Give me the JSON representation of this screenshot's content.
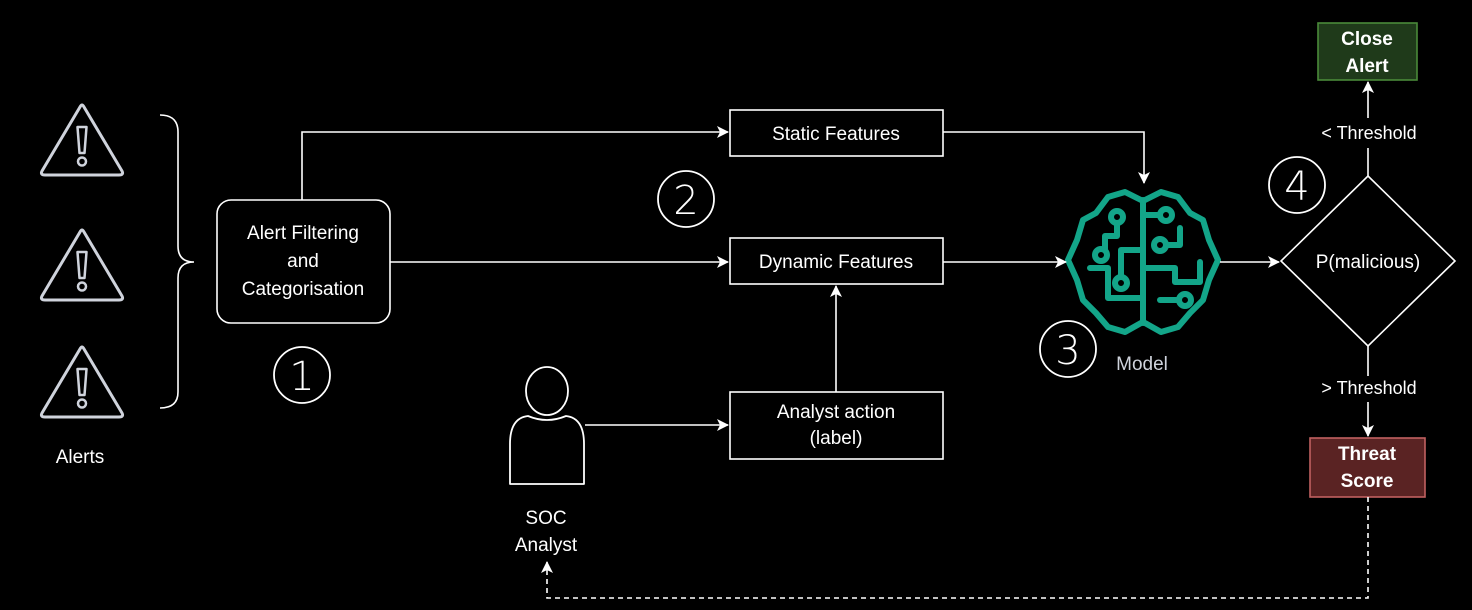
{
  "colors": {
    "background": "#000000",
    "stroke": "#ffffff",
    "alert_icon": "#cfd3dc",
    "model_brain": "#13a589",
    "close_alert_fill": "#1f3a1a",
    "close_alert_stroke": "#4a8a3a",
    "threat_score_fill": "#5a2323",
    "threat_score_stroke": "#c06060"
  },
  "alerts": {
    "label": "Alerts",
    "icon": "warning-triangle-icon"
  },
  "filtering": {
    "line1": "Alert Filtering",
    "line2": "and",
    "line3": "Categorisation",
    "step": "1"
  },
  "features": {
    "static_label": "Static Features",
    "dynamic_label": "Dynamic Features",
    "step": "2"
  },
  "analyst": {
    "line1": "SOC",
    "line2": "Analyst",
    "icon": "person-icon"
  },
  "analyst_action": {
    "line1": "Analyst action",
    "line2": "(label)"
  },
  "model": {
    "label": "Model",
    "icon": "brain-circuit-icon",
    "step": "3"
  },
  "decision": {
    "label": "P(malicious)",
    "step": "4",
    "below_threshold": "< Threshold",
    "above_threshold": "> Threshold"
  },
  "close_alert": {
    "line1": "Close",
    "line2": "Alert"
  },
  "threat_score": {
    "line1": "Threat",
    "line2": "Score"
  }
}
